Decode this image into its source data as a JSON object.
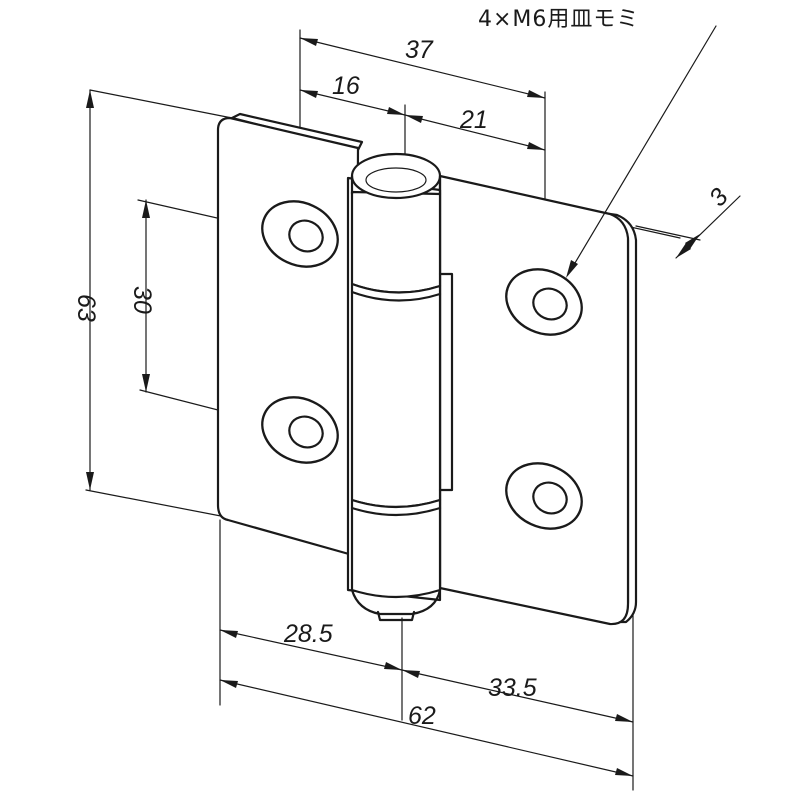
{
  "dimensions": {
    "width_upper_total": "37",
    "width_upper_left": "16",
    "width_upper_right": "21",
    "thickness": "3",
    "height_total": "63",
    "hole_pitch_vertical": "30",
    "width_lower_left": "28.5",
    "width_lower_right": "33.5",
    "width_lower_total": "62"
  },
  "callouts": {
    "hole_spec": "4×M6用皿モミ"
  }
}
